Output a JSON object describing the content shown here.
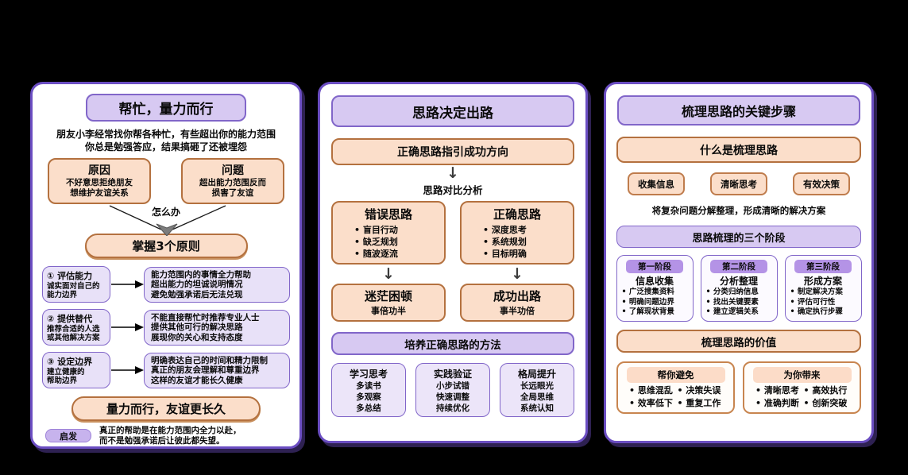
{
  "icons": {
    "down_arrow": "↓"
  },
  "colors": {
    "background": "#000000",
    "panel_border": "#6b4ec2",
    "purple_fill": "#d7c9f2",
    "lavender_fill": "#e8e1f8",
    "peach_fill": "#fbdeca",
    "peach_border": "#b4713f",
    "badge_fill": "#b493e6"
  },
  "panel1": {
    "title": "帮忙，量力而行",
    "narrative": [
      "朋友小李经常找你帮各种忙，有些超出你的能力范围",
      "你总是勉强答应，结果搞砸了还被埋怨"
    ],
    "cause": {
      "title": "原因",
      "lines": [
        "不好意思拒绝朋友",
        "想维护友谊关系"
      ]
    },
    "problem": {
      "title": "问题",
      "lines": [
        "超出能力范围反而",
        "损害了友谊"
      ]
    },
    "how_label": "怎么办",
    "pill": "掌握3个原则",
    "principles": [
      {
        "num_title": "① 评估能力",
        "sub1": "诚实面对自己的",
        "sub2": "能力边界",
        "d1": "能力范围内的事情全力帮助",
        "d2": "超出能力的坦诚说明情况",
        "d3": "避免勉强承诺后无法兑现"
      },
      {
        "num_title": "② 提供替代",
        "sub1": "推荐合适的人选",
        "sub2": "或其他解决方案",
        "d1": "不能直接帮忙时推荐专业人士",
        "d2": "提供其他可行的解决思路",
        "d3": "展现你的关心和支持态度"
      },
      {
        "num_title": "③ 设定边界",
        "sub1": "建立健康的",
        "sub2": "帮助边界",
        "d1": "明确表达自己的时间和精力限制",
        "d2": "真正的朋友会理解和尊重边界",
        "d3": "这样的友谊才能长久健康"
      }
    ],
    "result_pill": "量力而行，友谊更长久",
    "insight_badge": "启发",
    "insight_lines": [
      "真正的帮助是在能力范围内全力以赴，",
      "而不是勉强承诺后让彼此都失望。"
    ]
  },
  "panel2": {
    "title": "思路决定出路",
    "banner1": "正确思路指引成功方向",
    "compare_label": "思路对比分析",
    "wrong": {
      "title": "错误思路",
      "items": [
        "• 盲目行动",
        "• 缺乏规划",
        "• 随波逐流"
      ]
    },
    "right": {
      "title": "正确思路",
      "items": [
        "• 深度思考",
        "• 系统规划",
        "• 目标明确"
      ]
    },
    "wrong_outcome": {
      "title": "迷茫困顿",
      "sub": "事倍功半"
    },
    "right_outcome": {
      "title": "成功出路",
      "sub": "事半功倍"
    },
    "banner2": "培养正确思路的方法",
    "methods": [
      {
        "title": "学习思考",
        "items": [
          "多读书",
          "多观察",
          "多总结"
        ]
      },
      {
        "title": "实践验证",
        "items": [
          "小步试错",
          "快速调整",
          "持续优化"
        ]
      },
      {
        "title": "格局提升",
        "items": [
          "长远眼光",
          "全局思维",
          "系统认知"
        ]
      }
    ]
  },
  "panel3": {
    "title": "梳理思路的关键步骤",
    "banner1": "什么是梳理思路",
    "chips": [
      "收集信息",
      "清晰思考",
      "有效决策"
    ],
    "desc": "将复杂问题分解整理，形成清晰的解决方案",
    "banner2": "思路梳理的三个阶段",
    "stages": [
      {
        "badge": "第一阶段",
        "name": "信息收集",
        "items": [
          "• 广泛搜集资料",
          "• 明确问题边界",
          "• 了解现状背景"
        ]
      },
      {
        "badge": "第二阶段",
        "name": "分析整理",
        "items": [
          "• 分类归纳信息",
          "• 找出关键要素",
          "• 建立逻辑关系"
        ]
      },
      {
        "badge": "第三阶段",
        "name": "形成方案",
        "items": [
          "• 制定解决方案",
          "• 评估可行性",
          "• 确定执行步骤"
        ]
      }
    ],
    "banner3": "梳理思路的价值",
    "values": [
      {
        "header": "帮你避免",
        "items": [
          "• 思维混乱",
          "• 决策失误",
          "• 效率低下",
          "• 重复工作"
        ]
      },
      {
        "header": "为你带来",
        "items": [
          "• 清晰思考",
          "• 高效执行",
          "• 准确判断",
          "• 创新突破"
        ]
      }
    ]
  }
}
